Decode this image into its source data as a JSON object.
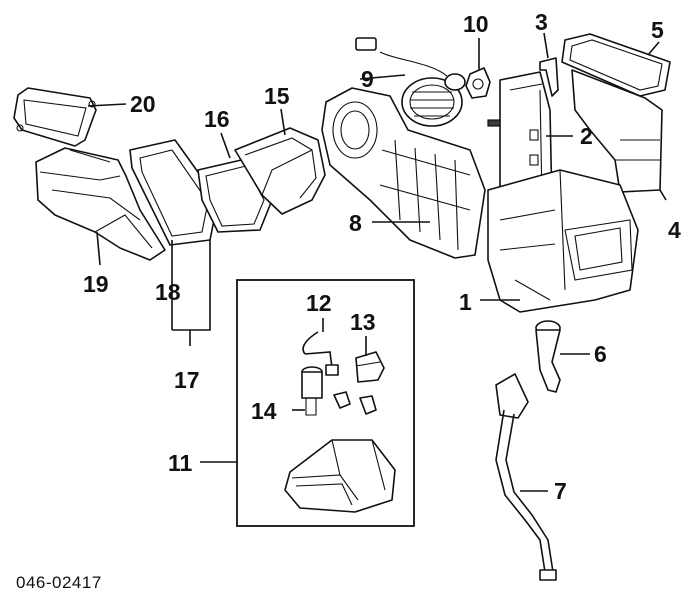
{
  "diagram": {
    "caption": "046-02417",
    "callouts": [
      {
        "id": "c1",
        "label": "1"
      },
      {
        "id": "c2",
        "label": "2"
      },
      {
        "id": "c3",
        "label": "3"
      },
      {
        "id": "c4",
        "label": "4"
      },
      {
        "id": "c5",
        "label": "5"
      },
      {
        "id": "c6",
        "label": "6"
      },
      {
        "id": "c7",
        "label": "7"
      },
      {
        "id": "c8",
        "label": "8"
      },
      {
        "id": "c9",
        "label": "9"
      },
      {
        "id": "c10",
        "label": "10"
      },
      {
        "id": "c11",
        "label": "11"
      },
      {
        "id": "c12",
        "label": "12"
      },
      {
        "id": "c13",
        "label": "13"
      },
      {
        "id": "c14",
        "label": "14"
      },
      {
        "id": "c15",
        "label": "15"
      },
      {
        "id": "c16",
        "label": "16"
      },
      {
        "id": "c17",
        "label": "17"
      },
      {
        "id": "c18",
        "label": "18"
      },
      {
        "id": "c19",
        "label": "19"
      },
      {
        "id": "c20",
        "label": "20"
      }
    ]
  }
}
